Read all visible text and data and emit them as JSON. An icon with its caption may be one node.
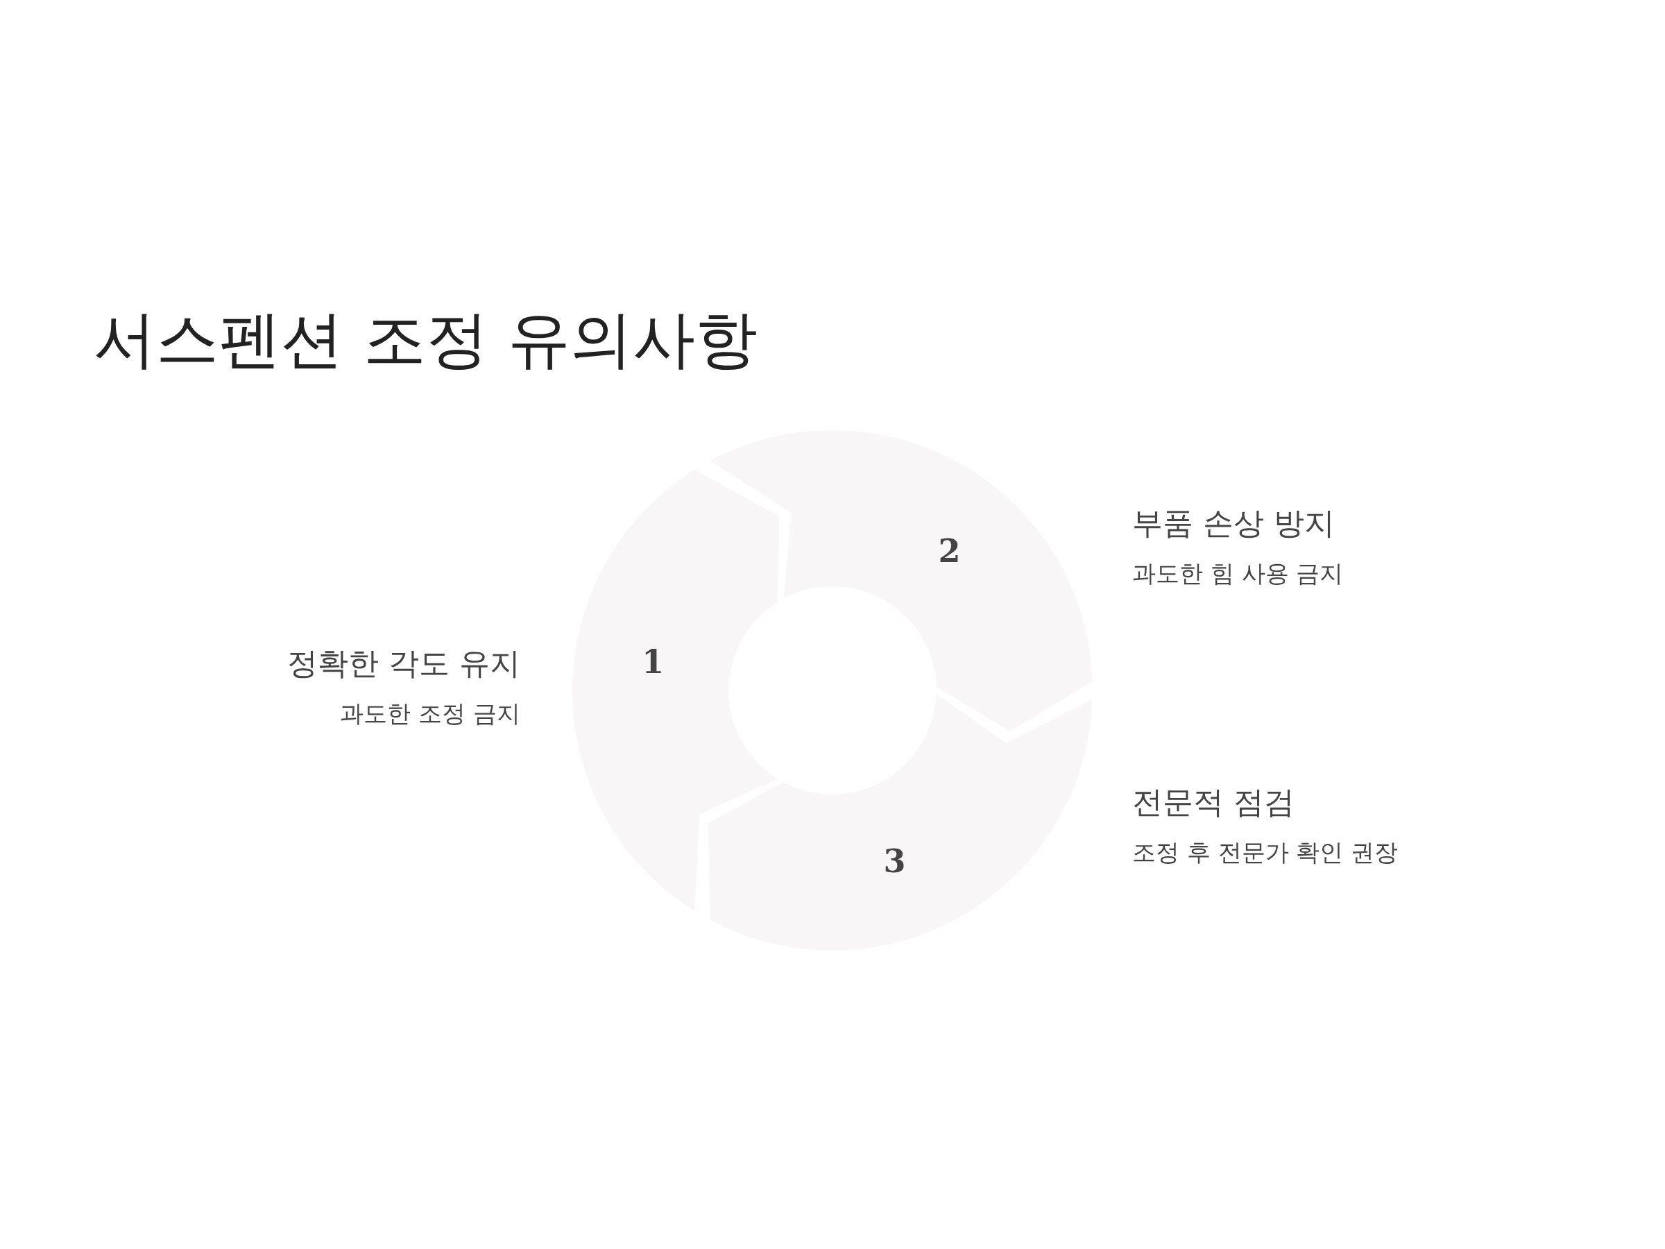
{
  "diagram": {
    "title": "서스펜션 조정 유의사항",
    "nodes": [
      {
        "text": [
          "1"
        ],
        "beside": [
          "정확한 각도 유지",
          "과도한 조정 금지"
        ]
      },
      {
        "text": [
          "2"
        ],
        "beside": [
          "부품 손상 방지",
          "과도한 힘 사용 금지"
        ]
      },
      {
        "text": [
          "3"
        ],
        "beside": [
          "전문적 점검",
          "조정 후 전문가 확인 권장"
        ]
      }
    ],
    "edges": []
  }
}
